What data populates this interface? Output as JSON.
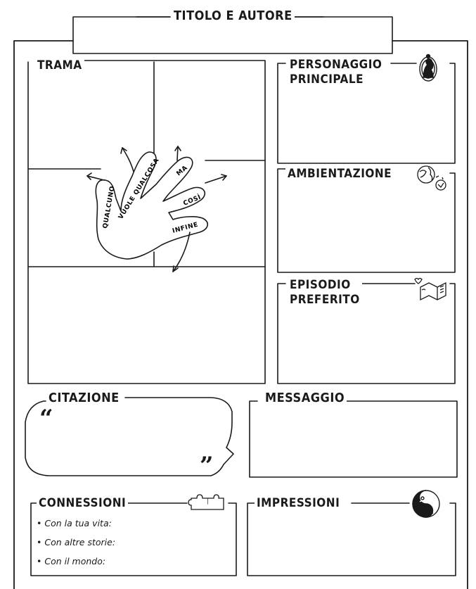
{
  "title": "TITOLO E AUTORE",
  "sections": {
    "trama": "TRAMA",
    "personaggio_line1": "PERSONAGGIO",
    "personaggio_line2": "PRINCIPALE",
    "ambientazione": "AMBIENTAZIONE",
    "episodio_line1": "EPISODIO",
    "episodio_line2": "PREFERITO",
    "citazione": "CITAZIONE",
    "messaggio": "MESSAGGIO",
    "connessioni": "CONNESSIONI",
    "impressioni": "IMPRESSIONI"
  },
  "hand": {
    "fingers": [
      "QUALCUNO",
      "VUOLE QUALCOSA",
      "MA",
      "COSÌ",
      "INFINE"
    ]
  },
  "quote_marks": {
    "open": "“",
    "close": "”"
  },
  "connessioni_items": [
    "• Con la tua vita:",
    "• Con altre storie:",
    "• Con il mondo:"
  ],
  "icons": [
    "portrait-icon",
    "globe-icon",
    "book-heart-icon",
    "puzzle-icon",
    "yin-yang-icon"
  ]
}
